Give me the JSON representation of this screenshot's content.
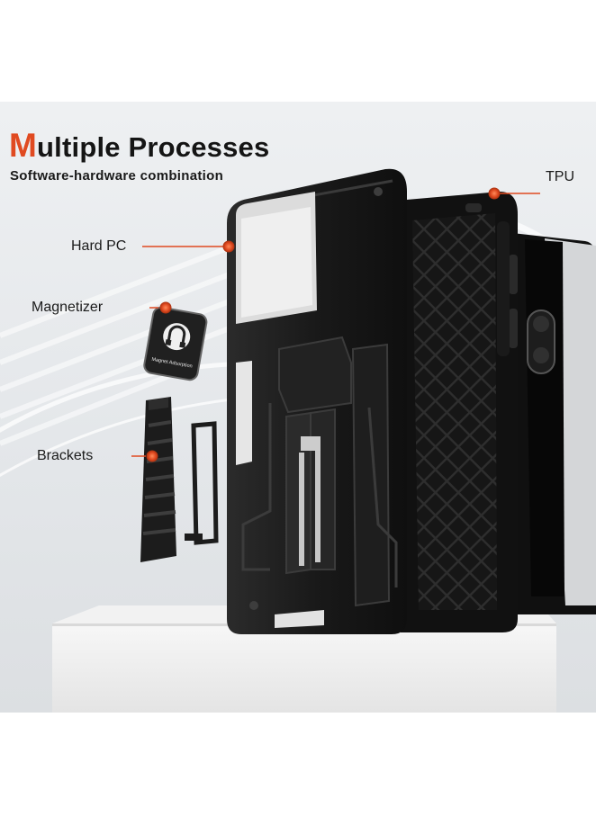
{
  "title": {
    "first_letter": "M",
    "rest": "ultiple Processes"
  },
  "subtitle": "Software-hardware combination",
  "callouts": {
    "tpu": "TPU",
    "hard_pc": "Hard PC",
    "magnetizer": "Magnetizer",
    "brackets": "Brackets"
  },
  "magnet_plate_text": "Magnet Adsorption",
  "colors": {
    "accent": "#e04a21",
    "case": "#1c1c1c",
    "background": "#e8eaec"
  }
}
